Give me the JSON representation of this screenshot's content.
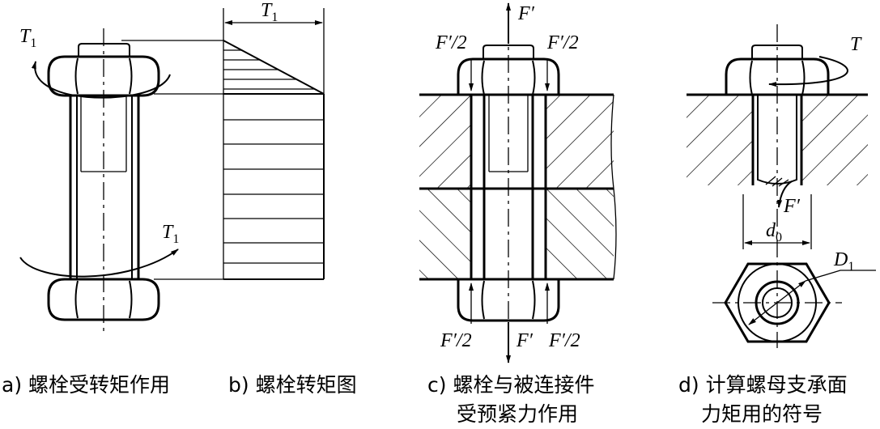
{
  "figure": {
    "captions": {
      "a": "a) 螺栓受转矩作用",
      "b": "b) 螺栓转矩图",
      "c_line1": "c) 螺栓与被连接件",
      "c_line2": "受预紧力作用",
      "d_line1": "d) 计算螺母支承面",
      "d_line2": "力矩用的符号"
    },
    "labels": {
      "torque_base": "T",
      "torque_sub": "1",
      "preload": "F′",
      "half_preload": "F′/2",
      "torque_d": "T",
      "diameter_base": "d",
      "diameter_sub": "0",
      "bearing_base": "D",
      "bearing_sub": "1"
    }
  }
}
